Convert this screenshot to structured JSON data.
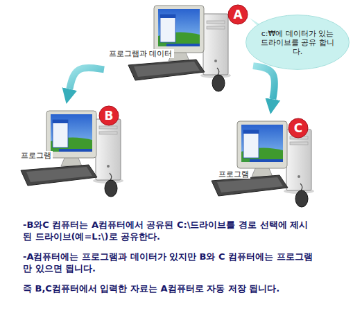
{
  "diagram": {
    "nodes": [
      {
        "text": [
          "프로그램과 데이터"
        ]
      },
      {
        "text": [
          "A"
        ],
        "in": 0
      },
      {
        "text": [
          "c:₩에 데이터가 있는 드라이브를 공유 합니다."
        ]
      },
      {
        "text": [
          "프로그램"
        ]
      },
      {
        "text": [
          "B"
        ],
        "in": 3
      },
      {
        "text": [
          "프로그램"
        ]
      },
      {
        "text": [
          "C"
        ],
        "in": 5
      }
    ],
    "edges": [
      {
        "from": 0,
        "to": 3,
        "arrow": "to"
      },
      {
        "from": 0,
        "to": 5,
        "arrow": "to"
      }
    ],
    "labels": [
      "-B와C 컴퓨터는 A컴퓨터에서 공유된 C:\\드라이브를 경로 선택에 제시된 드라이브(예=L:\\)로 공유한다.",
      "-A컴퓨터에는 프로그램과 데이터가 있지만 B와 C 컴퓨터에는 프로그램만 있으면 됩니다.",
      "즉 B,C컴퓨터에서 입력한 자료는 A컴퓨터로 자동 저장 됩니다."
    ]
  }
}
